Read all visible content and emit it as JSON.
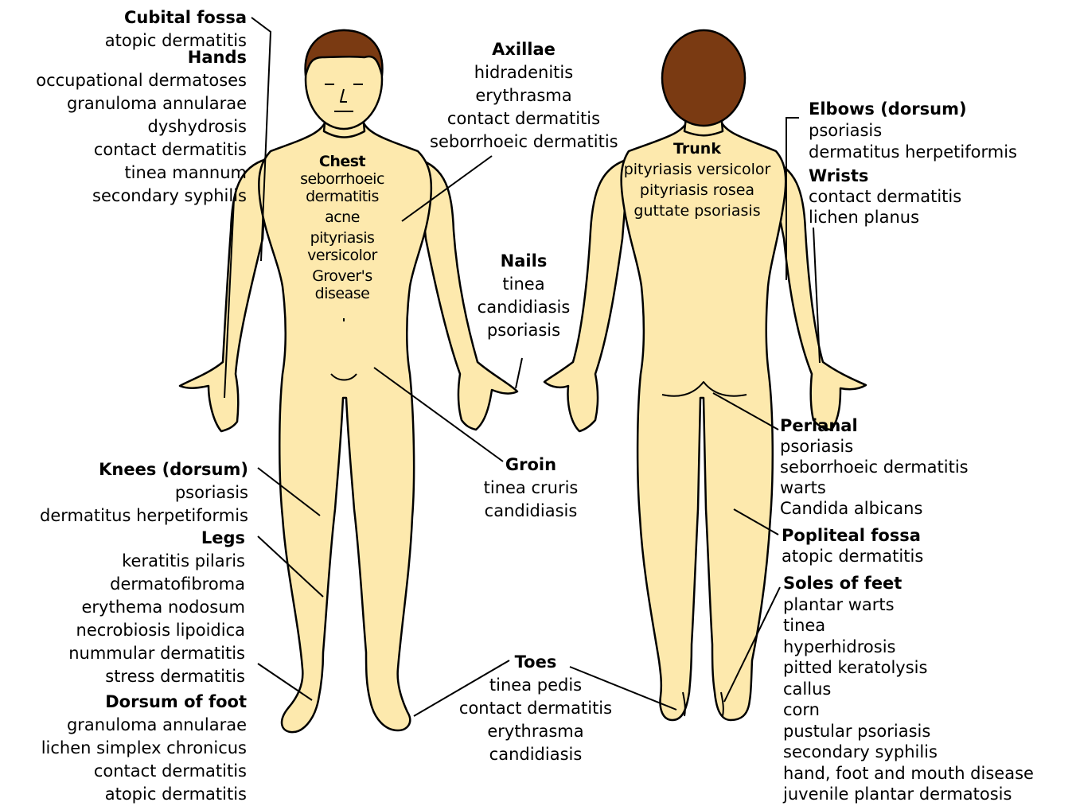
{
  "colors": {
    "skin": "#fde9ad",
    "outline": "#000000",
    "hair": "#7a3a12"
  },
  "regions": {
    "cubital_fossa": {
      "title": "Cubital fossa",
      "items": [
        "atopic dermatitis"
      ]
    },
    "hands": {
      "title": "Hands",
      "items": [
        "occupational dermatoses",
        "granuloma annularae",
        "dyshydrosis",
        "contact dermatitis",
        "tinea mannum",
        "secondary syphilis"
      ]
    },
    "knees": {
      "title": "Knees (dorsum)",
      "items": [
        "psoriasis",
        "dermatitus herpetiformis"
      ]
    },
    "legs": {
      "title": "Legs",
      "items": [
        "keratitis pilaris",
        "dermatofibroma",
        "erythema nodosum",
        "necrobiosis lipoidica",
        "nummular dermatitis",
        "stress dermatitis"
      ]
    },
    "dorsum_foot": {
      "title": "Dorsum of foot",
      "items": [
        "granuloma annularae",
        "lichen simplex chronicus",
        "contact dermatitis",
        "atopic dermatitis"
      ]
    },
    "chest": {
      "title": "Chest",
      "items": [
        "seborrhoeic",
        "dermatitis",
        "acne",
        "pityriasis",
        "versicolor",
        "Grover's",
        "disease"
      ]
    },
    "axillae": {
      "title": "Axillae",
      "items": [
        "hidradenitis",
        "erythrasma",
        "contact dermatitis",
        "seborrhoeic dermatitis"
      ]
    },
    "nails": {
      "title": "Nails",
      "items": [
        "tinea",
        "candidiasis",
        "psoriasis"
      ]
    },
    "groin": {
      "title": "Groin",
      "items": [
        "tinea cruris",
        "candidiasis"
      ]
    },
    "toes": {
      "title": "Toes",
      "items": [
        "tinea pedis",
        "contact dermatitis",
        "erythrasma",
        "candidiasis"
      ]
    },
    "trunk": {
      "title": "Trunk",
      "items": [
        "pityriasis versicolor",
        "pityriasis rosea",
        "guttate psoriasis"
      ]
    },
    "elbows": {
      "title": "Elbows (dorsum)",
      "items": [
        "psoriasis",
        "dermatitus herpetiformis"
      ]
    },
    "wrists": {
      "title": "Wrists",
      "items": [
        "contact dermatitis",
        "lichen planus"
      ]
    },
    "perianal": {
      "title": "Perianal",
      "items": [
        "psoriasis",
        "seborrhoeic dermatitis",
        "warts",
        "Candida albicans"
      ]
    },
    "popliteal": {
      "title": "Popliteal fossa",
      "items": [
        "atopic dermatitis"
      ]
    },
    "soles": {
      "title": "Soles of feet",
      "items": [
        "plantar warts",
        "tinea",
        "hyperhidrosis",
        "pitted keratolysis",
        "callus",
        "corn",
        "pustular psoriasis",
        "secondary syphilis",
        "hand, foot and mouth disease",
        "juvenile plantar dermatosis"
      ]
    }
  }
}
